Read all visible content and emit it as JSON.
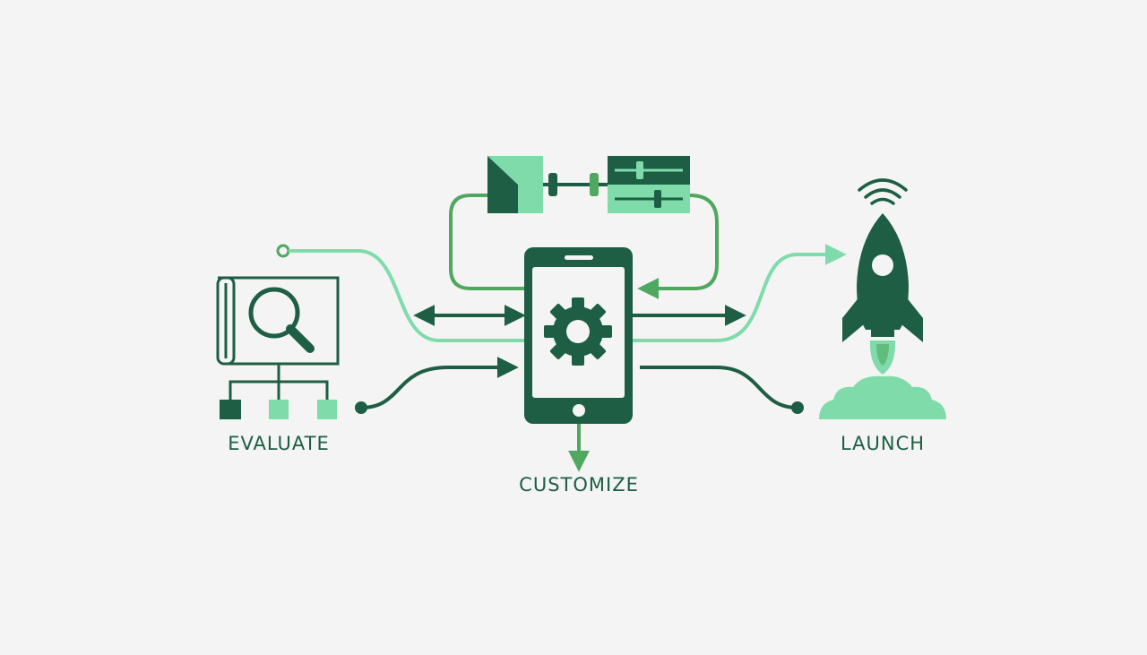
{
  "colors": {
    "background": "#f3f4f3",
    "dark_green": "#1d5e45",
    "mid_green": "#4fa85f",
    "light_green": "#7fdcaa"
  },
  "stages": [
    {
      "id": "evaluate",
      "label": "EVALUATE",
      "icon": "magnifier-chart-icon"
    },
    {
      "id": "customize",
      "label": "CUSTOMIZE",
      "icon": "phone-gear-icon"
    },
    {
      "id": "launch",
      "label": "LAUNCH",
      "icon": "rocket-icon"
    }
  ],
  "decorations": [
    "module-block-icon",
    "sliders-panel-icon",
    "wifi-signal-icon",
    "hierarchy-icon"
  ]
}
